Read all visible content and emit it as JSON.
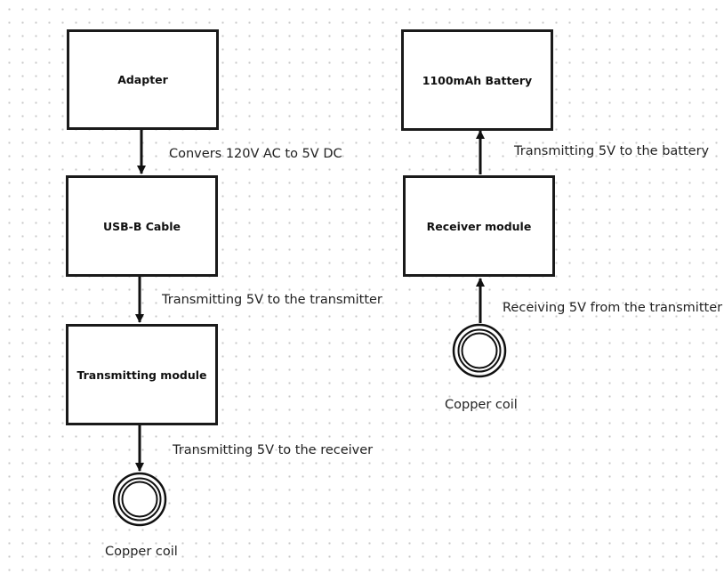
{
  "boxes": {
    "adapter": "Adapter",
    "usb_cable": "USB-B Cable",
    "transmitting_module": "Transmitting module",
    "battery": "1100mAh Battery",
    "receiver_module": "Receiver module"
  },
  "connections": {
    "adapter_to_cable": "Convers 120V AC to 5V DC",
    "cable_to_transmitter": "Transmitting 5V to the transmitter",
    "transmitter_to_coil": "Transmitting 5V to the receiver",
    "receiver_to_battery": "Transmitting 5V to the battery",
    "coil_to_receiver": "Receiving 5V from the transmitter"
  },
  "coils": {
    "left_label": "Copper coil",
    "right_label": "Copper coil"
  },
  "colors": {
    "stroke": "#1a1a1a",
    "text": "#222222",
    "background": "#ffffff",
    "grid_dots": "#c9c9c9"
  }
}
